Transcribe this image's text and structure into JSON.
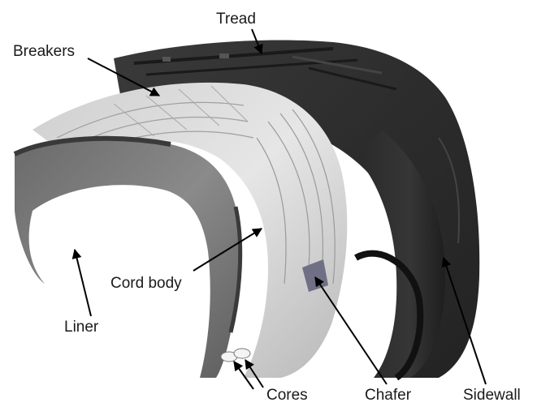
{
  "diagram": {
    "labels": {
      "tread": "Tread",
      "breakers": "Breakers",
      "cord_body": "Cord body",
      "liner": "Liner",
      "cores": "Cores",
      "chafer": "Chafer",
      "sidewall": "Sidewall"
    }
  }
}
